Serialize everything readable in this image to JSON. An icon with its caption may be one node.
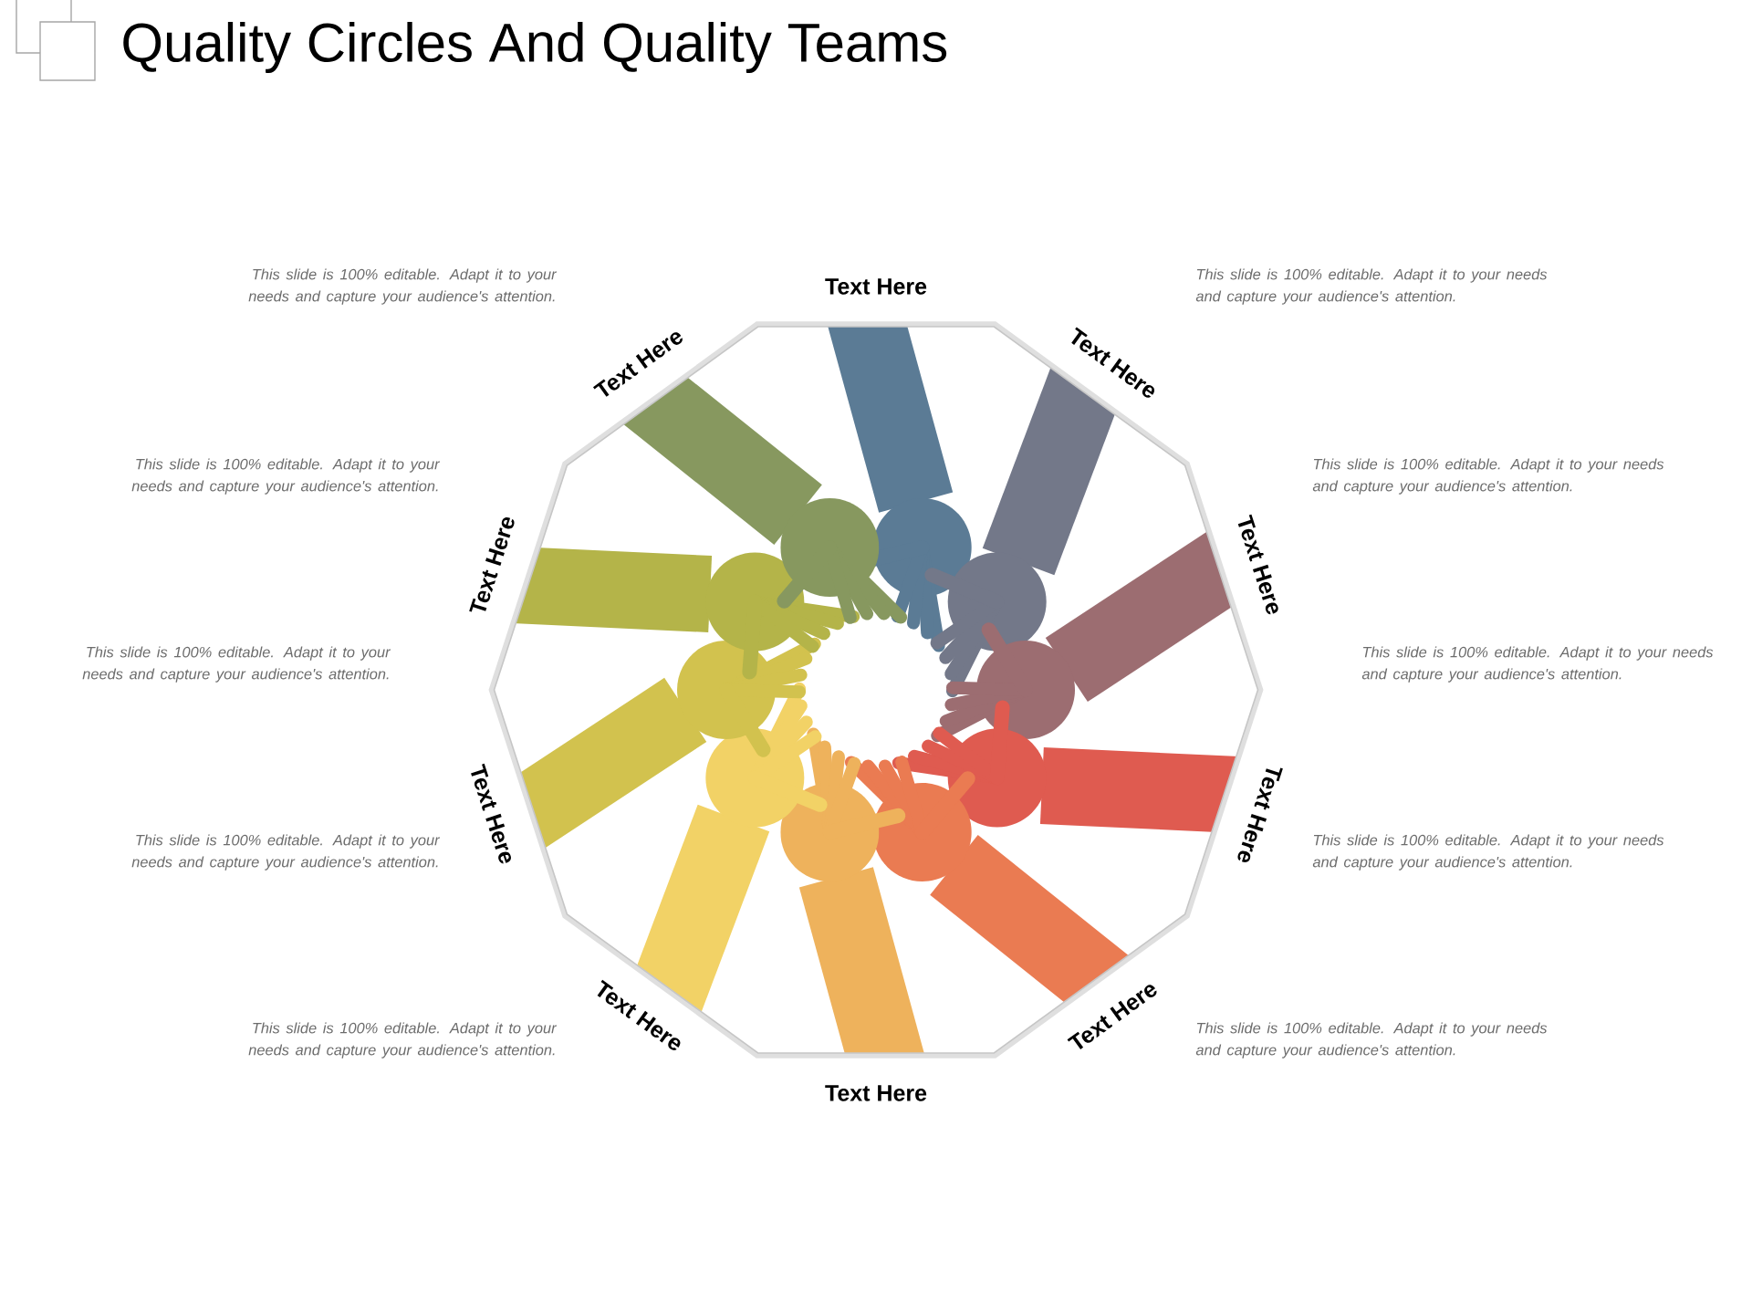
{
  "diagram": {
    "title": "Quality Circles And Quality Teams",
    "labels": [
      "This slide is 100% editable. Adapt it to your needs and capture your audience's attention.",
      "Text Here",
      "This slide is 100% editable. Adapt it to your needs and capture your audience's attention.",
      "Text Here",
      "Text Here",
      "This slide is 100% editable. Adapt it to your needs and capture your audience's attention.",
      "This slide is 100% editable. Adapt it to your needs and capture your audience's attention.",
      "Text Here",
      "Text Here",
      "This slide is 100% editable. Adapt it to your needs and capture your audience's attention.",
      "This slide is 100% editable. Adapt it to your needs and capture your audience's attention.",
      "Text Here",
      "Text Here",
      "This slide is 100% editable. Adapt it to your needs and capture your audience's attention.",
      "This slide is 100% editable. Adapt it to your needs and capture your audience's attention.",
      "Text Here",
      "Text Here",
      "This slide is 100% editable. Adapt it to your needs and capture your audience's attention.",
      "This slide is 100% editable. Adapt it to your needs and capture your audience's attention.",
      "Text Here"
    ]
  }
}
